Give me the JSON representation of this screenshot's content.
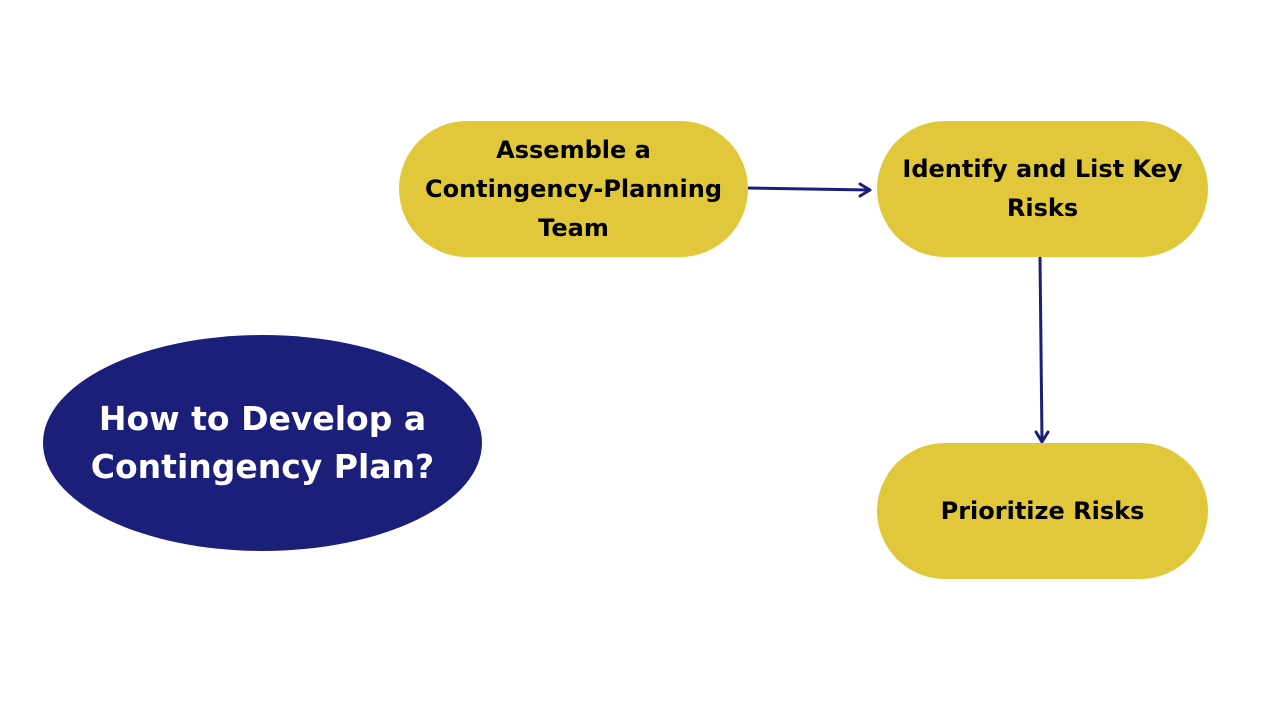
{
  "diagram": {
    "title": "How to Develop a Contingency Plan?",
    "steps": [
      {
        "label": "Assemble a Contingency-Planning Team"
      },
      {
        "label": "Identify and List Key Risks"
      },
      {
        "label": "Prioritize Risks"
      }
    ],
    "colors": {
      "title_fill": "#1c1f7a",
      "title_text": "#ffffff",
      "step_fill": "#e1c83b",
      "step_text": "#000000",
      "arrow": "#1c1f7a",
      "background": "#ffffff"
    }
  }
}
